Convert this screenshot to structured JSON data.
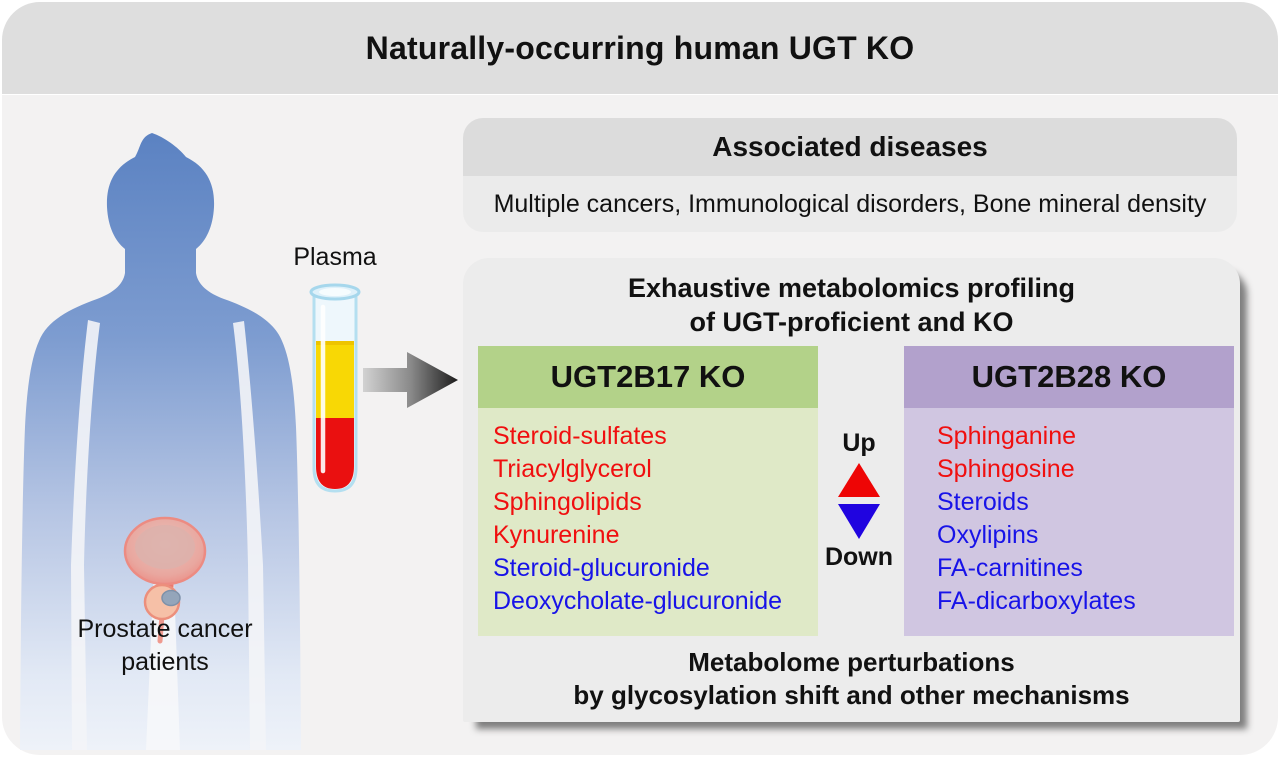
{
  "title": "Naturally-occurring human UGT KO",
  "left": {
    "plasma_label": "Plasma",
    "patients_line1": "Prostate cancer",
    "patients_line2": "patients"
  },
  "associated": {
    "title": "Associated diseases",
    "items_text": "Multiple cancers, Immunological disorders, Bone mineral density"
  },
  "profiling": {
    "title_line1": "Exhaustive metabolomics profiling",
    "title_line2": "of UGT-proficient and KO",
    "boxes": [
      {
        "name": "UGT2B17 KO",
        "header_color": "#b3d289",
        "body_color": "#dfe9c7",
        "items": [
          {
            "label": "Steroid-sulfates",
            "direction": "up",
            "color": "#f00f0f"
          },
          {
            "label": "Triacylglycerol",
            "direction": "up",
            "color": "#f00f0f"
          },
          {
            "label": "Sphingolipids",
            "direction": "up",
            "color": "#f00f0f"
          },
          {
            "label": "Kynurenine",
            "direction": "up",
            "color": "#f00f0f"
          },
          {
            "label": "Steroid-glucuronide",
            "direction": "down",
            "color": "#1813e8"
          },
          {
            "label": "Deoxycholate-glucuronide",
            "direction": "down",
            "color": "#1813e8"
          }
        ]
      },
      {
        "name": "UGT2B28 KO",
        "header_color": "#b2a1cc",
        "body_color": "#d0c6e1",
        "items": [
          {
            "label": "Sphinganine",
            "direction": "up",
            "color": "#f00f0f"
          },
          {
            "label": "Sphingosine",
            "direction": "up",
            "color": "#f00f0f"
          },
          {
            "label": "Steroids",
            "direction": "down",
            "color": "#1813e8"
          },
          {
            "label": "Oxylipins",
            "direction": "down",
            "color": "#1813e8"
          },
          {
            "label": "FA-carnitines",
            "direction": "down",
            "color": "#1813e8"
          },
          {
            "label": "FA-dicarboxylates",
            "direction": "down",
            "color": "#1813e8"
          }
        ]
      }
    ],
    "legend": {
      "up_label": "Up",
      "down_label": "Down",
      "up_color": "#ee0505",
      "down_color": "#2004e0"
    },
    "footer_line1": "Metabolome perturbations",
    "footer_line2": "by glycosylation shift and other mechanisms"
  },
  "colors": {
    "title_bar": "#dedede",
    "body_bg": "#f3f2f2",
    "panel_bg": "#ececec",
    "silhouette_blue": "#5b82c2",
    "tube_yellow": "#f8d805",
    "tube_red": "#ea1010"
  }
}
